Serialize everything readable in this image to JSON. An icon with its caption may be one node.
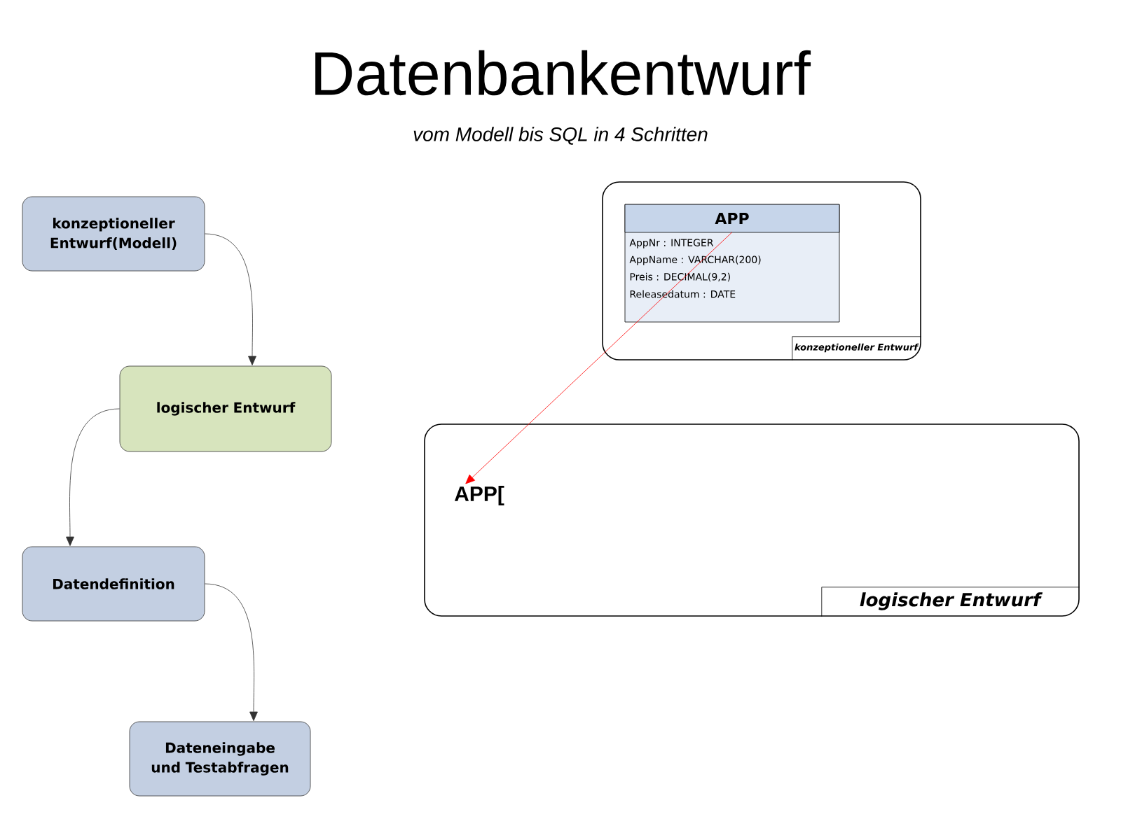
{
  "diagram": {
    "title": "Datenbankentwurf",
    "caption": "vom Modell bis SQL in 4 Schritten",
    "nodes": [
      {
        "text": [
          "konzeptioneller Entwurf(Modell)"
        ]
      },
      {
        "text": [
          "logischer Entwurf"
        ]
      },
      {
        "text": [
          "Datendefinition"
        ]
      },
      {
        "text": [
          "Dateneingabe und Testabfragen"
        ]
      },
      {
        "text": [
          "konzeptioneller Entwurf"
        ]
      },
      {
        "text": [
          "APP",
          "AppNr : INTEGER",
          "AppName : VARCHAR(200)",
          "Preis : DECIMAL(9,2)",
          "Releasedatum : DATE"
        ],
        "in": 4
      },
      {
        "text": [
          "logischer Entwurf"
        ]
      },
      {
        "text": [
          "APP["
        ],
        "in": 6
      }
    ],
    "edges": [
      {
        "from": 0,
        "to": 1,
        "arrow": "to"
      },
      {
        "from": 1,
        "to": 2,
        "arrow": "to"
      },
      {
        "from": 2,
        "to": 3,
        "arrow": "to"
      },
      {
        "from": 5,
        "to": 7,
        "arrow": "to",
        "color": "#ff0000"
      }
    ]
  }
}
